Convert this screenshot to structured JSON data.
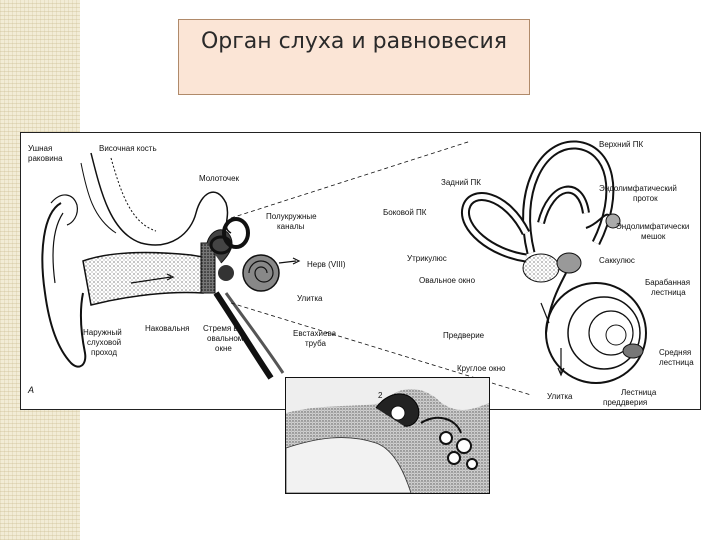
{
  "title": "Орган слуха и равновесия",
  "figure_letter": "A",
  "labels": {
    "pinna_1": "Ушная",
    "pinna_2": "раковина",
    "temporal_bone": "Височная кость",
    "malleus": "Молоточек",
    "canals_1": "Полукружные",
    "canals_2": "каналы",
    "nerve": "Нерв (VIII)",
    "cochlea": "Улитка",
    "canal_1": "Наружный",
    "canal_2": "слуховой",
    "canal_3": "проход",
    "incus": "Наковальня",
    "stapes_1": "Стремя в",
    "stapes_2": "овальном",
    "stapes_3": "окне",
    "eustachian_1": "Евстахиева",
    "eustachian_2": "труба",
    "upper_canal": "Верхний ПК",
    "rear_canal": "Задний ПК",
    "endolymph_duct_1": "Эндолимфатический",
    "endolymph_duct_2": "проток",
    "lateral_canal": "Боковой ПК",
    "endolymph_sac_1": "Эндолимфатически",
    "endolymph_sac_2": "мешок",
    "utricle": "Утрикулюс",
    "saccule": "Саккулюс",
    "oval_window": "Овальное окно",
    "tympani_1": "Барабанная",
    "tympani_2": "лестница",
    "vestibule": "Предверие",
    "round_window": "Круглое окно",
    "media_1": "Средняя",
    "media_2": "лестница",
    "cochlea_r": "Улитка",
    "vestibuli_1": "Лестница",
    "vestibuli_2": "преддверия"
  },
  "photo_label": "2"
}
